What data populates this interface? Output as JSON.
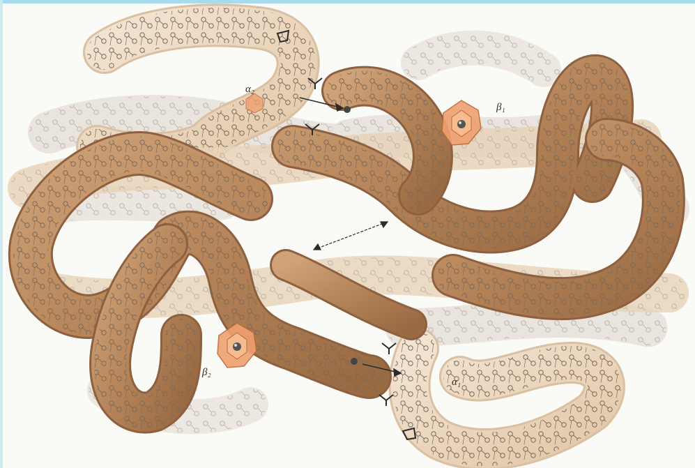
{
  "figure": {
    "labels": {
      "alpha2": "α₂",
      "beta1": "β₁",
      "beta2": "β₂",
      "alpha1": "α₁"
    },
    "colors": {
      "background": "#fafaf6",
      "chain_dark": "#b58458",
      "chain_mid": "#d4a77c",
      "chain_light": "#ecd6bd",
      "chain_ghost": "#e8e3dc",
      "heme": "#f0a070",
      "heme_center": "#555555",
      "frame_top": "#a8dcec"
    }
  }
}
